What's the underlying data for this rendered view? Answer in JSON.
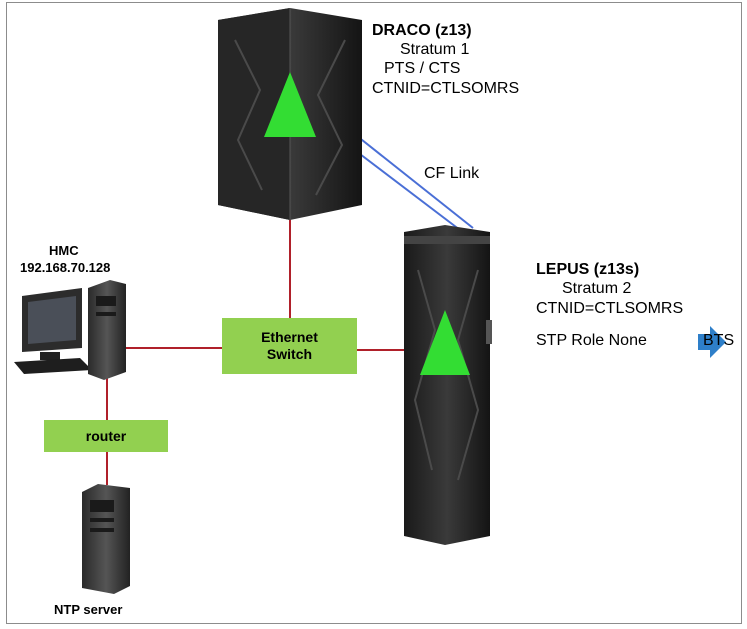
{
  "draco": {
    "name": "DRACO (z13)",
    "stratum": "Stratum 1",
    "role": "PTS /   CTS",
    "ctnid": "CTNID=CTLSOMRS"
  },
  "lepus": {
    "name": "LEPUS (z13s)",
    "stratum": "Stratum 2",
    "ctnid": "CTNID=CTLSOMRS",
    "role_from": "STP Role None",
    "role_to": "BTS"
  },
  "cf_link": "CF Link",
  "hmc": {
    "name": "HMC",
    "ip": "192.168.70.128"
  },
  "ethernet_switch": {
    "line1": "Ethernet",
    "line2": "Switch"
  },
  "router": "router",
  "ntp_server": "NTP server",
  "colors": {
    "link_red": "#b0202a",
    "cf_link_blue": "#4a6fd6",
    "box_green": "#92d050",
    "triangle_green": "#33dd33",
    "arrow_blue": "#2e7fc9"
  }
}
